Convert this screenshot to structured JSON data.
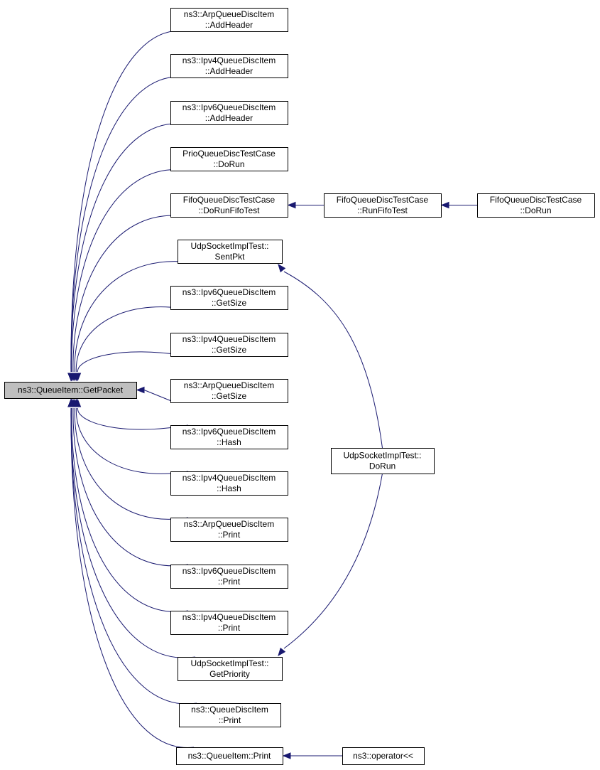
{
  "nodes": {
    "root": [
      "ns3::QueueItem::GetPacket"
    ],
    "arp_addheader": [
      "ns3::ArpQueueDiscItem",
      "::AddHeader"
    ],
    "ipv4_addheader": [
      "ns3::Ipv4QueueDiscItem",
      "::AddHeader"
    ],
    "ipv6_addheader": [
      "ns3::Ipv6QueueDiscItem",
      "::AddHeader"
    ],
    "prio_dorun": [
      "PrioQueueDiscTestCase",
      "::DoRun"
    ],
    "fifo_dorunfifotest": [
      "FifoQueueDiscTestCase",
      "::DoRunFifoTest"
    ],
    "fifo_runfifotest": [
      "FifoQueueDiscTestCase",
      "::RunFifoTest"
    ],
    "fifo_dorun": [
      "FifoQueueDiscTestCase",
      "::DoRun"
    ],
    "udp_sentpkt": [
      "UdpSocketImplTest::",
      "SentPkt"
    ],
    "ipv6_getsize": [
      "ns3::Ipv6QueueDiscItem",
      "::GetSize"
    ],
    "ipv4_getsize": [
      "ns3::Ipv4QueueDiscItem",
      "::GetSize"
    ],
    "arp_getsize": [
      "ns3::ArpQueueDiscItem",
      "::GetSize"
    ],
    "ipv6_hash": [
      "ns3::Ipv6QueueDiscItem",
      "::Hash"
    ],
    "udp_dorun": [
      "UdpSocketImplTest::",
      "DoRun"
    ],
    "ipv4_hash": [
      "ns3::Ipv4QueueDiscItem",
      "::Hash"
    ],
    "arp_print": [
      "ns3::ArpQueueDiscItem",
      "::Print"
    ],
    "ipv6_print": [
      "ns3::Ipv6QueueDiscItem",
      "::Print"
    ],
    "ipv4_print": [
      "ns3::Ipv4QueueDiscItem",
      "::Print"
    ],
    "udp_getpriority": [
      "UdpSocketImplTest::",
      "GetPriority"
    ],
    "queuedisc_print": [
      "ns3::QueueDiscItem",
      "::Print"
    ],
    "queueitem_print": [
      "ns3::QueueItem::Print"
    ],
    "operator_lshift": [
      "ns3::operator<<"
    ]
  },
  "edges": [
    [
      "arp_addheader",
      "root"
    ],
    [
      "ipv4_addheader",
      "root"
    ],
    [
      "ipv6_addheader",
      "root"
    ],
    [
      "prio_dorun",
      "root"
    ],
    [
      "fifo_dorunfifotest",
      "root"
    ],
    [
      "udp_sentpkt",
      "root"
    ],
    [
      "ipv6_getsize",
      "root"
    ],
    [
      "ipv4_getsize",
      "root"
    ],
    [
      "arp_getsize",
      "root"
    ],
    [
      "ipv6_hash",
      "root"
    ],
    [
      "ipv4_hash",
      "root"
    ],
    [
      "arp_print",
      "root"
    ],
    [
      "ipv6_print",
      "root"
    ],
    [
      "ipv4_print",
      "root"
    ],
    [
      "udp_getpriority",
      "root"
    ],
    [
      "queuedisc_print",
      "root"
    ],
    [
      "queueitem_print",
      "root"
    ],
    [
      "fifo_runfifotest",
      "fifo_dorunfifotest"
    ],
    [
      "fifo_dorun",
      "fifo_runfifotest"
    ],
    [
      "udp_dorun",
      "udp_sentpkt"
    ],
    [
      "udp_dorun",
      "udp_getpriority"
    ],
    [
      "operator_lshift",
      "queueitem_print"
    ]
  ]
}
